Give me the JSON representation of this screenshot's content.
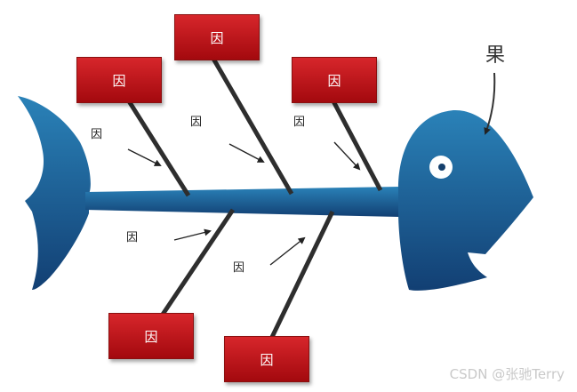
{
  "colors": {
    "fish_light": "#2a7fb6",
    "fish_dark": "#123f73",
    "box_red": "#c7171d",
    "bone": "#2e2e2e",
    "watermark": "#c9c9c9"
  },
  "diagram": {
    "effect_label": "果",
    "causes": {
      "top_left": "因",
      "top_center": "因",
      "top_right": "因",
      "bottom_left": "因",
      "bottom_right": "因"
    },
    "sub_causes": {
      "upper_1": "因",
      "upper_2": "因",
      "upper_3": "因",
      "lower_1": "因",
      "lower_2": "因"
    }
  },
  "watermark": "CSDN @张驰Terry"
}
